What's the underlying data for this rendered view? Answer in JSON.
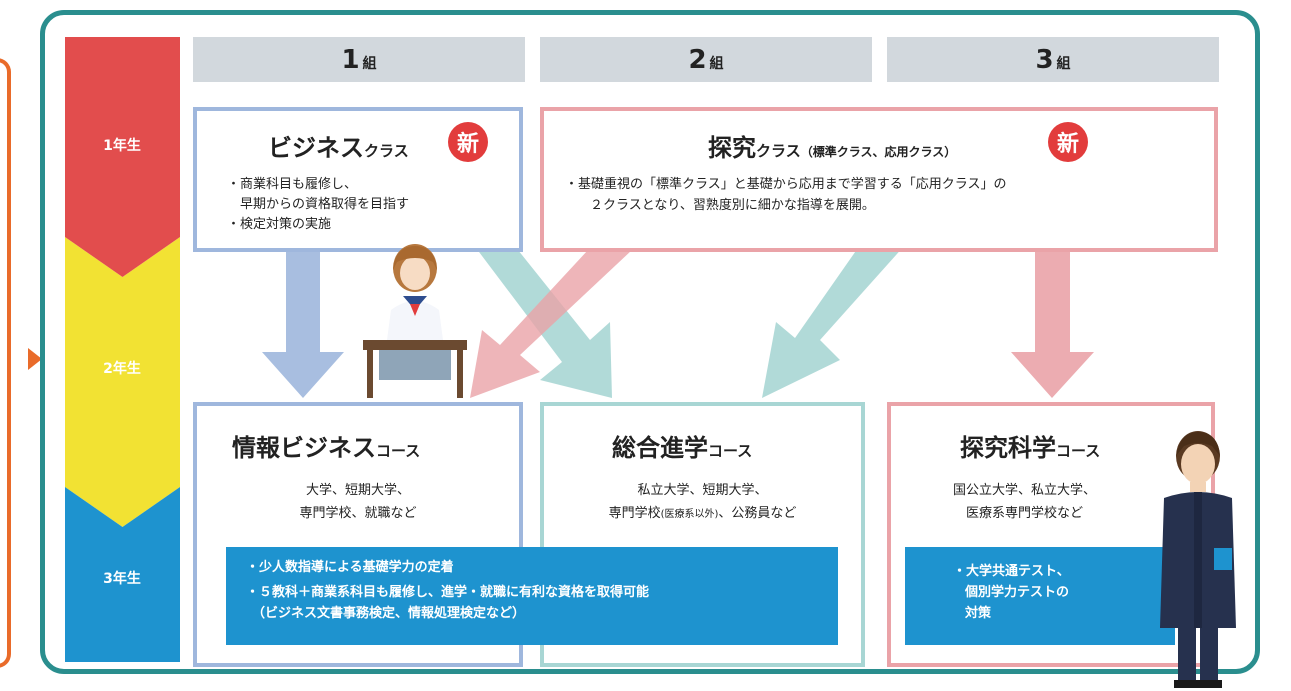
{
  "years": {
    "y1": "1年生",
    "y2": "2年生",
    "y3": "3年生"
  },
  "groups": {
    "g1_num": "1",
    "g2_num": "2",
    "g3_num": "3",
    "kumi": "組"
  },
  "business_class": {
    "title_big": "ビジネス",
    "title_small": "クラス",
    "badge": "新",
    "line1": "・商業科目も履修し、",
    "line2": "早期からの資格取得を目指す",
    "line3": "・検定対策の実施"
  },
  "tankyu_class": {
    "title_big": "探究",
    "title_small": "クラス",
    "title_sub": "（標準クラス、応用クラス）",
    "badge": "新",
    "line1": "・基礎重視の「標準クラス」と基礎から応用まで学習する「応用クラス」の",
    "line2": "２クラスとなり、習熟度別に細かな指導を展開。"
  },
  "info_business_course": {
    "title_big": "情報ビジネス",
    "title_small": "コース",
    "line1": "大学、短期大学、",
    "line2": "専門学校、就職など"
  },
  "general_course": {
    "title_big": "総合進学",
    "title_small": "コース",
    "line1": "私立大学、短期大学、",
    "line2a": "専門学校",
    "line2b": "(医療系以外)",
    "line2c": "、公務員など"
  },
  "science_course": {
    "title_big": "探究科学",
    "title_small": "コース",
    "line1": "国公立大学、私立大学、",
    "line2": "医療系専門学校など"
  },
  "band_left": {
    "line1": "・少人数指導による基礎学力の定着",
    "line2": "・５教科＋商業系科目も履修し、進学・就職に有利な資格を取得可能",
    "line3": "（ビジネス文書事務検定、情報処理検定など）"
  },
  "band_right": {
    "line1": "・大学共通テスト、",
    "line2": "個別学力テストの",
    "line3": "対策"
  },
  "colors": {
    "teal_border": "#2a8e8e",
    "orange": "#e96b2a",
    "red_band": "#e24d4d",
    "yellow_band": "#f2e233",
    "blue_band": "#1e93cf",
    "blue_box": "#9fb7dd",
    "pink_box": "#eaa3a8",
    "teal_box": "#a8d6d4",
    "header_gray": "#d2d8dd",
    "badge_red": "#e23c3c"
  }
}
